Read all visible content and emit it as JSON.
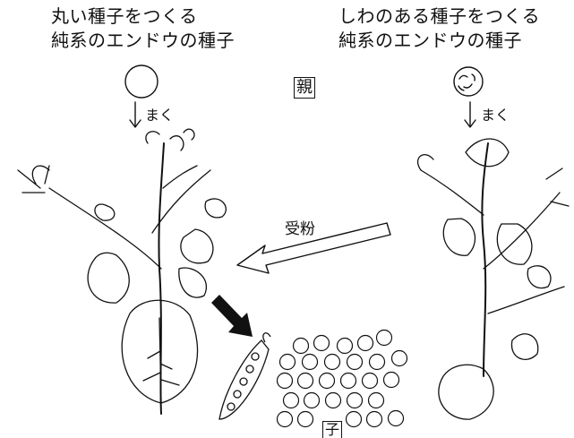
{
  "left_parent": {
    "caption_line1": "丸い種子をつくる",
    "caption_line2": "純系のエンドウの種子",
    "sow_label": "まく"
  },
  "right_parent": {
    "caption_line1": "しわのある種子をつくる",
    "caption_line2": "純系のエンドウの種子",
    "sow_label": "まく"
  },
  "parent_label": "親",
  "pollination_label": "受粉",
  "offspring_label": "子"
}
